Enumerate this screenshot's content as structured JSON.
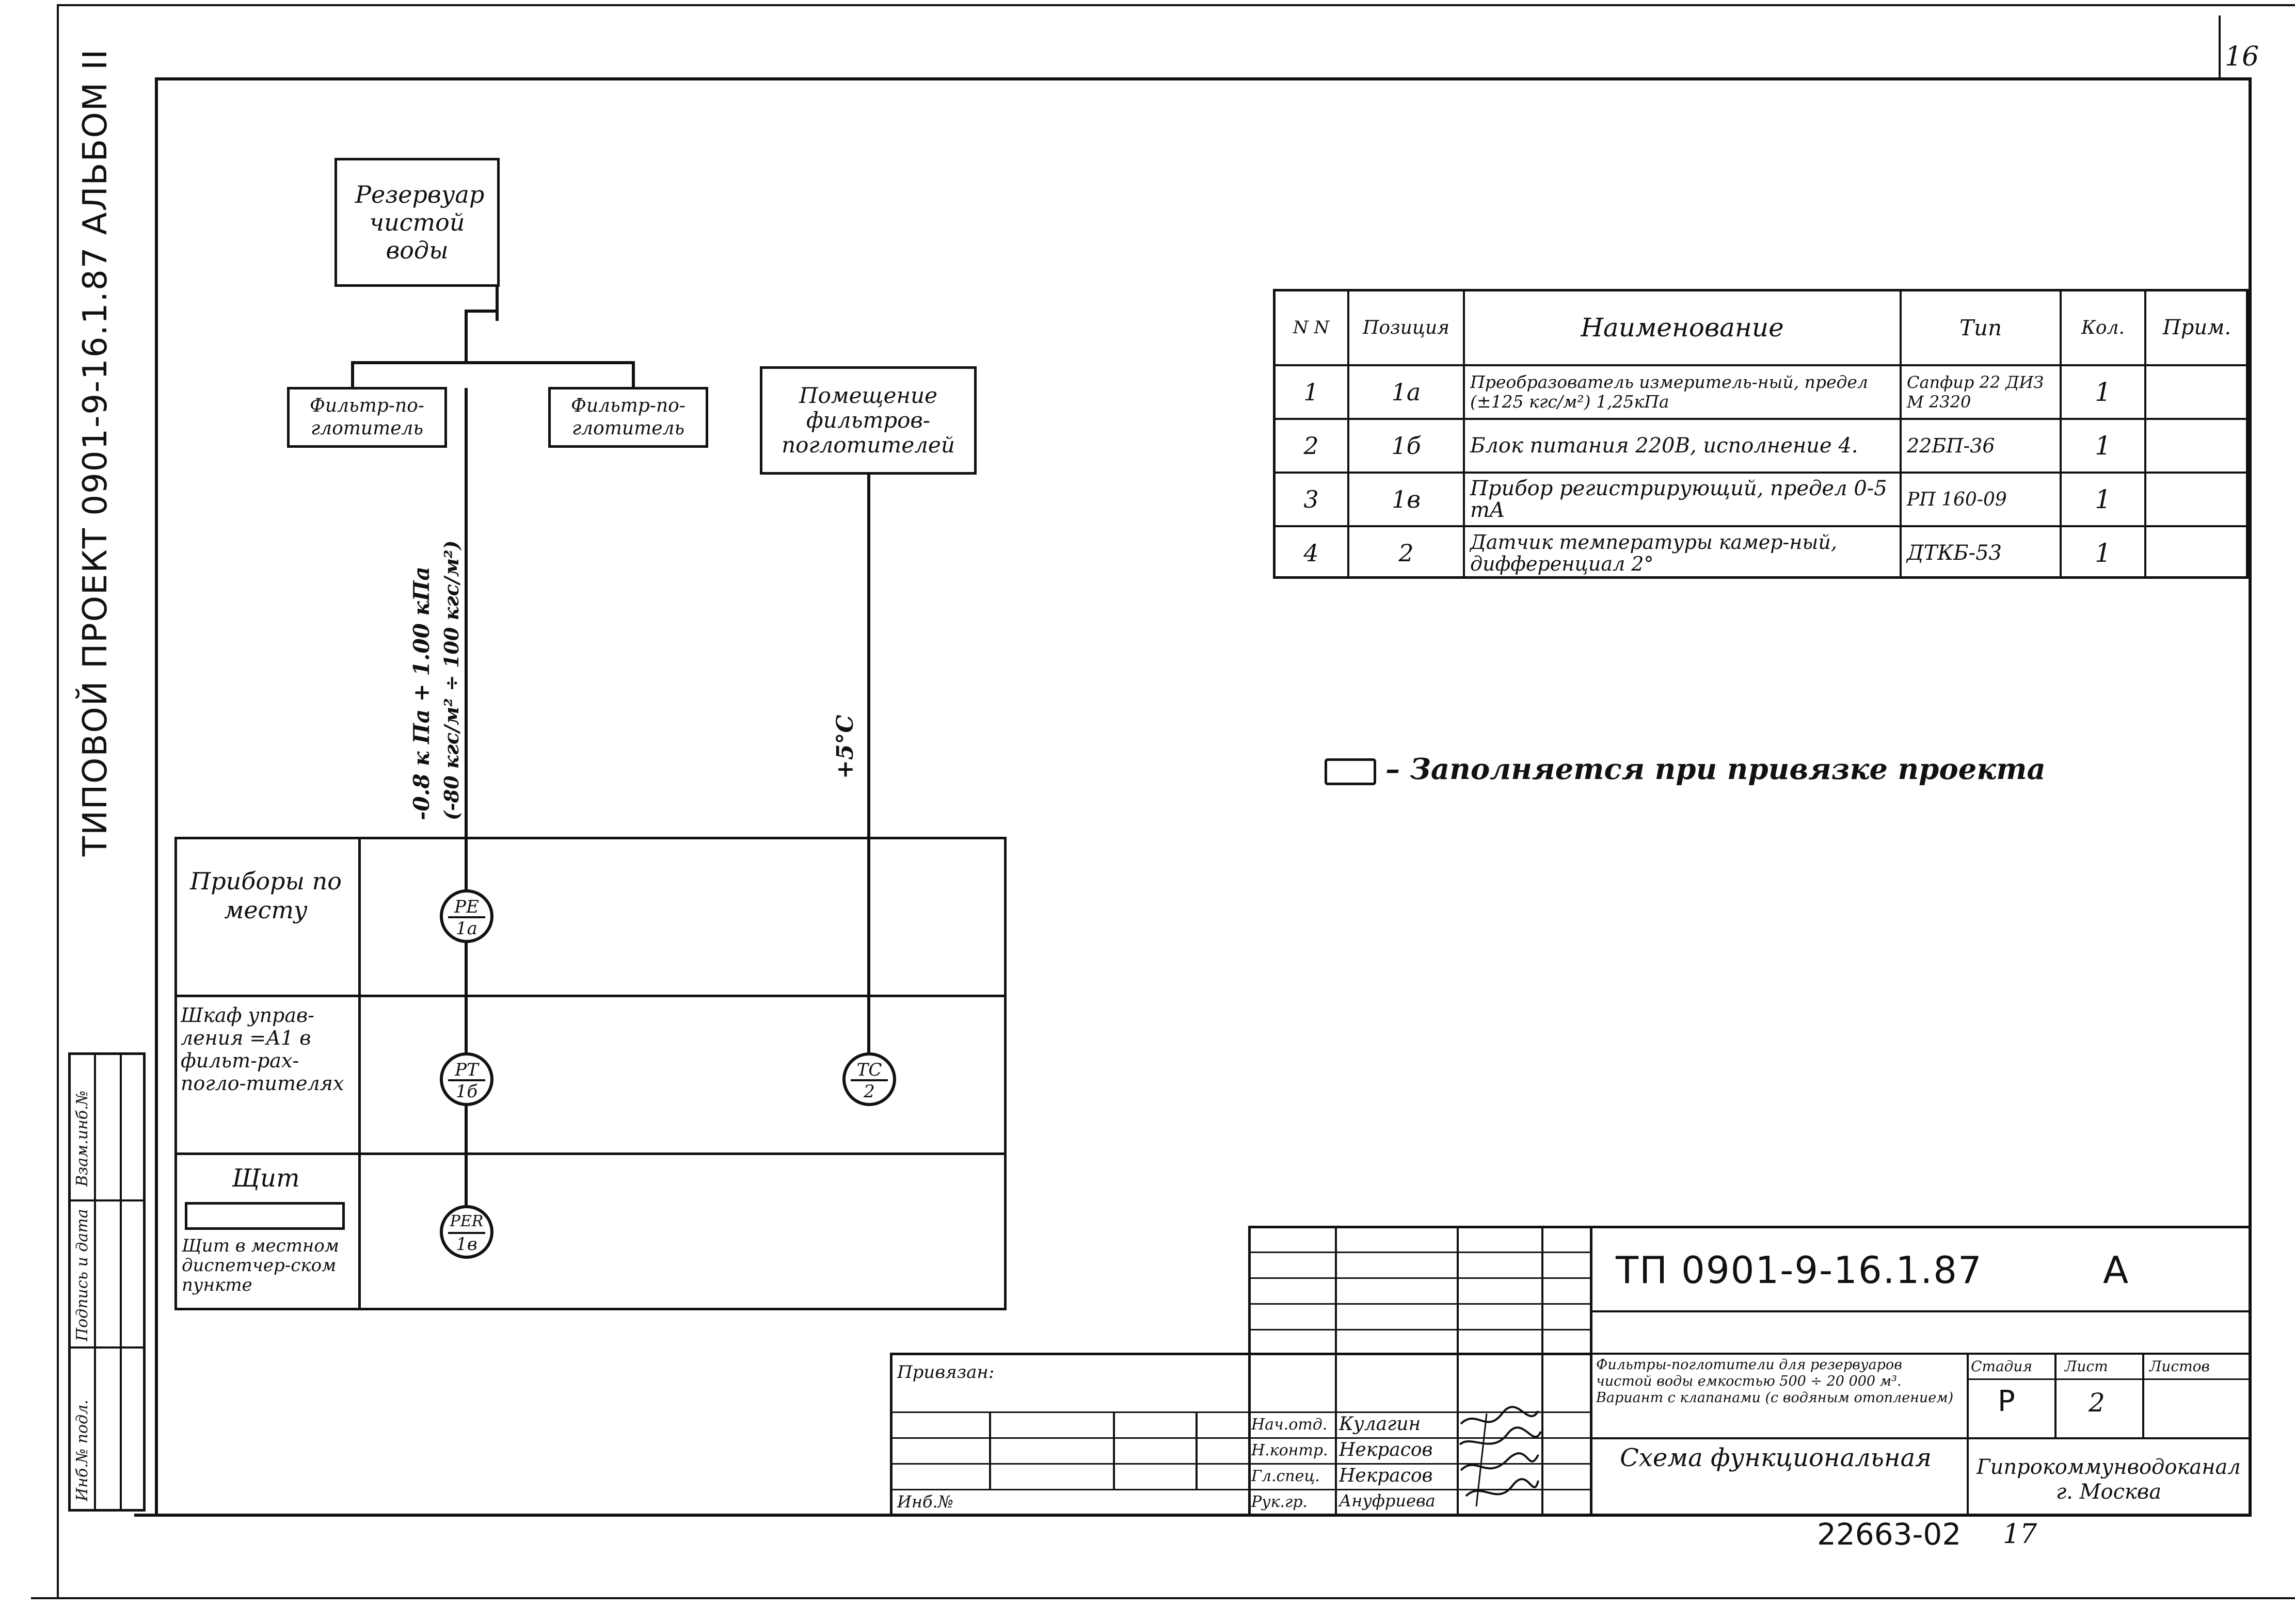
{
  "page_corner_number": "16",
  "album_side_title": "ТИПОВОЙ ПРОЕКТ 0901-9-16.1.87 АЛЬБОМ II",
  "left_stamp": {
    "col1": "Инб.№ подл.",
    "col2": "Подпись и дата",
    "col3": "Взам.инб.№"
  },
  "diagram": {
    "reservoir": "Резервуар чистой воды",
    "filter_left": "Фильтр-по-глотитель",
    "filter_right": "Фильтр-по-глотитель",
    "room": "Помещение фильтров-поглотителей",
    "pressure_label_1": "-0.8 к Па + 1.00 кПа",
    "pressure_label_2": "(-80 кгс/м² ÷ 100 кгс/м²)",
    "temperature_label": "+5°С",
    "levels": [
      {
        "label": "Приборы по месту"
      },
      {
        "label": "Шкаф управ-ления =А1 в фильт-рах-погло-тителях"
      },
      {
        "label": "Щит в местном диспетчер-ском пункте",
        "title": "Щит"
      }
    ],
    "instruments": [
      {
        "top": "PE",
        "bottom": "1а"
      },
      {
        "top": "PT",
        "bottom": "1б"
      },
      {
        "top": "TC",
        "bottom": "2"
      },
      {
        "top": "PER",
        "bottom": "1в"
      }
    ]
  },
  "spec_table": {
    "headers": [
      "N N",
      "Позиция",
      "Наименование",
      "Тип",
      "Кол.",
      "Прим."
    ],
    "rows": [
      {
        "n": "1",
        "pos": "1а",
        "name": "Преобразователь измеритель-ный, предел (±125 кгс/м²) 1,25кПа",
        "type": "Сапфир 22 ДИЗ М 2320",
        "qty": "1",
        "note": ""
      },
      {
        "n": "2",
        "pos": "1б",
        "name": "Блок питания 220В, исполнение 4.",
        "type": "22БП-36",
        "qty": "1",
        "note": ""
      },
      {
        "n": "3",
        "pos": "1в",
        "name": "Прибор регистрирующий, предел 0-5 mA",
        "type": "РП 160-09",
        "qty": "1",
        "note": ""
      },
      {
        "n": "4",
        "pos": "2",
        "name": "Датчик температуры камер-ный, дифференциал 2°",
        "type": "ДТКБ-53",
        "qty": "1",
        "note": ""
      }
    ]
  },
  "legend_text": "– Заполняется при привязке проекта",
  "title_block": {
    "code": "ТП 0901-9-16.1.87",
    "sheet_letter": "А",
    "privyazan": "Привязан:",
    "inv_no": "Инб.№",
    "roles": [
      "Нач.отд.",
      "Н.контр.",
      "Гл.спец.",
      "Рук.гр."
    ],
    "names": [
      "Кулагин",
      "Некрасов",
      "Некрасов",
      "Ануфриева"
    ],
    "object_desc": "Фильтры-поглотители для резервуаров чистой воды емкостью 500 ÷ 20 000 м³. Вариант с клапанами (с водяным отоплением)",
    "stage_label": "Стадия",
    "sheet_label": "Лист",
    "sheets_label": "Листов",
    "stage": "Р",
    "sheet": "2",
    "doc_title": "Схема функциональная",
    "org": "Гипрокоммунводоканал г. Москва",
    "archive_no": "22663-02",
    "archive_page": "17"
  }
}
